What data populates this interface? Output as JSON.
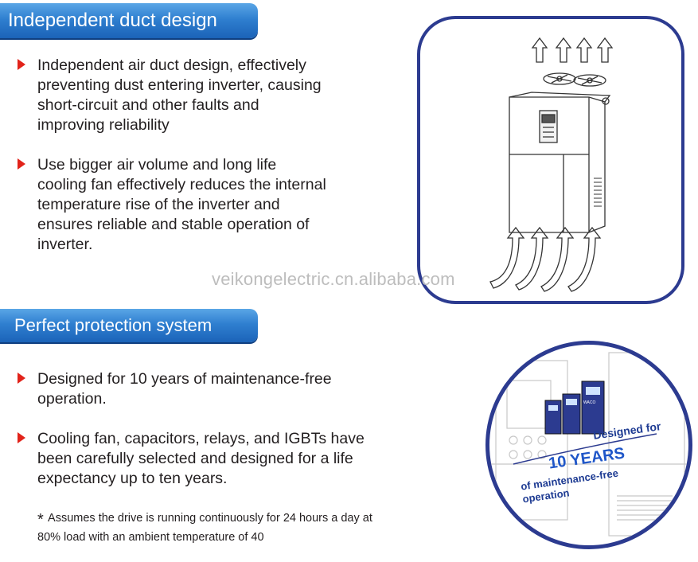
{
  "sections": [
    {
      "title": "Independent duct design",
      "bullets": [
        "Independent air duct design, effectively preventing dust entering inverter, causing short-circuit and other faults and improving reliability",
        "Use bigger air volume and long life cooling fan effectively reduces the internal temperature rise of the inverter and ensures reliable and stable operation of inverter."
      ]
    },
    {
      "title": "Perfect protection system",
      "bullets": [
        "Designed for 10 years of maintenance-free operation.",
        "Cooling fan, capacitors, relays, and IGBTs have been carefully selected and designed for a life expectancy up to ten years."
      ]
    }
  ],
  "footnote": {
    "marker": "*",
    "text": "Assumes the drive is running continuously for 24 hours a day at 80% load with an ambient temperature of 40"
  },
  "watermark": "veikongelectric.cn.alibaba.com",
  "badge": {
    "line1": "Designed for",
    "line2": "10 YEARS",
    "line3": "of maintenance-free",
    "line4": "operation",
    "device_brand": "WACO"
  },
  "colors": {
    "header_blue": "#2f7fd0",
    "bullet_red": "#e2231a",
    "frame_navy": "#2c3b90"
  }
}
